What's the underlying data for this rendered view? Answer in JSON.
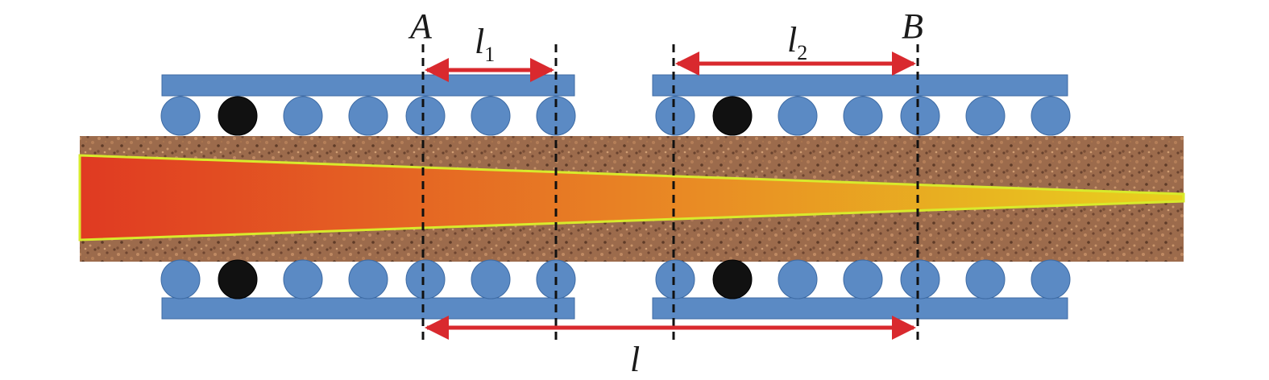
{
  "labels": {
    "a": "A",
    "b": "B",
    "l1_main": "l",
    "l1_sub": "1",
    "l2_main": "l",
    "l2_sub": "2",
    "l": "l"
  },
  "colors": {
    "plate": "#5b8ac4",
    "roller": "#5b8ac4",
    "roller_black": "#111111",
    "rock": "#9c6b4c",
    "fracture_start": "#e03a22",
    "fracture_end": "#e8d21e",
    "fracture_edge": "#d8ea2c",
    "arrow": "#d9292e",
    "dash": "#111111"
  },
  "rollers": {
    "left_group_black_index": 1,
    "right_group_black_index": 1
  }
}
